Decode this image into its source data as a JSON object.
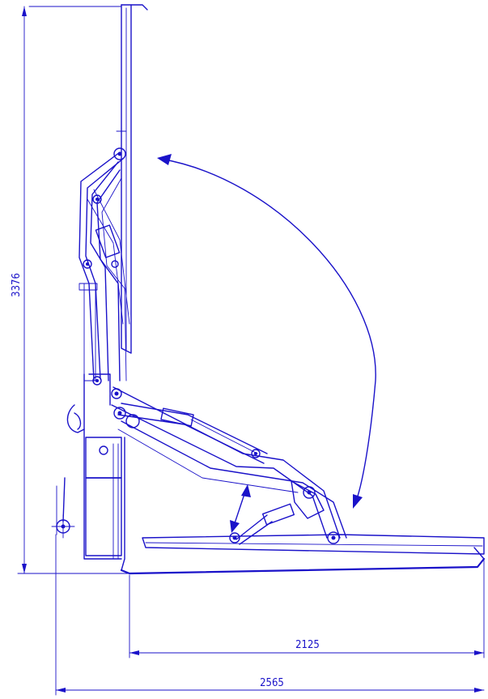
{
  "dimensions": {
    "height_total": "3376",
    "length_platform": "2125",
    "length_total": "2565"
  },
  "colors": {
    "line": "#1a12c9",
    "background": "#ffffff"
  }
}
